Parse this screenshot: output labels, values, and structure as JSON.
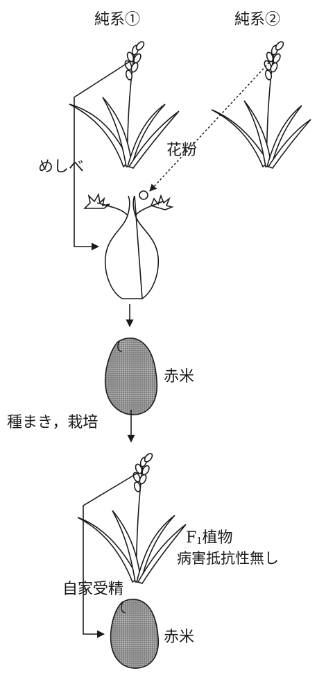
{
  "labels": {
    "pure_line_1": "純系①",
    "pure_line_2": "純系②",
    "pistil": "めしべ",
    "pollen": "花粉",
    "red_rice_1": "赤米",
    "sowing": "種まき，栽培",
    "f1_prefix": "F",
    "f1_sub": "1",
    "f1_suffix": "植物",
    "no_resistance": "病害抵抗性無し",
    "self_fertilization": "自家受精",
    "red_rice_2": "赤米"
  },
  "colors": {
    "ink": "#1a1a1a",
    "grain_fill": "#8a8a8a",
    "leaf_fill": "#ffffff"
  }
}
